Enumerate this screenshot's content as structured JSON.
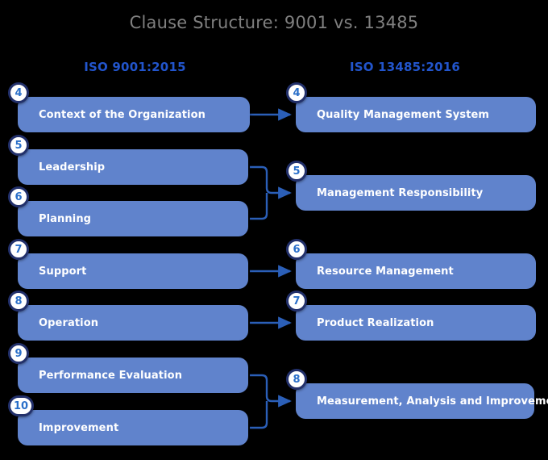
{
  "title": "Clause Structure: 9001 vs. 13485",
  "colors": {
    "background": "#000000",
    "title_text": "#808080",
    "header_text": "#2255cc",
    "node_fill": "#6083cc",
    "node_text": "#ffffff",
    "badge_fill": "#ffffff",
    "badge_ring": "#22306b",
    "badge_text": "#2a6fc9",
    "connector": "#2b5fb8"
  },
  "columns": {
    "left": {
      "header": "ISO 9001:2015",
      "items": [
        {
          "number": "4",
          "label": "Context of the Organization"
        },
        {
          "number": "5",
          "label": "Leadership"
        },
        {
          "number": "6",
          "label": "Planning"
        },
        {
          "number": "7",
          "label": "Support"
        },
        {
          "number": "8",
          "label": "Operation"
        },
        {
          "number": "9",
          "label": "Performance Evaluation"
        },
        {
          "number": "10",
          "label": "Improvement"
        }
      ]
    },
    "right": {
      "header": "ISO 13485:2016",
      "items": [
        {
          "number": "4",
          "label": "Quality Management System"
        },
        {
          "number": "5",
          "label": "Management Responsibility"
        },
        {
          "number": "6",
          "label": "Resource Management"
        },
        {
          "number": "7",
          "label": "Product Realization"
        },
        {
          "number": "8",
          "label": "Measurement, Analysis and Improvement"
        }
      ]
    }
  },
  "mappings": [
    {
      "from": [
        "4"
      ],
      "to": "4",
      "type": "direct"
    },
    {
      "from": [
        "5",
        "6"
      ],
      "to": "5",
      "type": "merge"
    },
    {
      "from": [
        "7"
      ],
      "to": "6",
      "type": "direct"
    },
    {
      "from": [
        "8"
      ],
      "to": "7",
      "type": "direct"
    },
    {
      "from": [
        "9",
        "10"
      ],
      "to": "8",
      "type": "merge"
    }
  ]
}
